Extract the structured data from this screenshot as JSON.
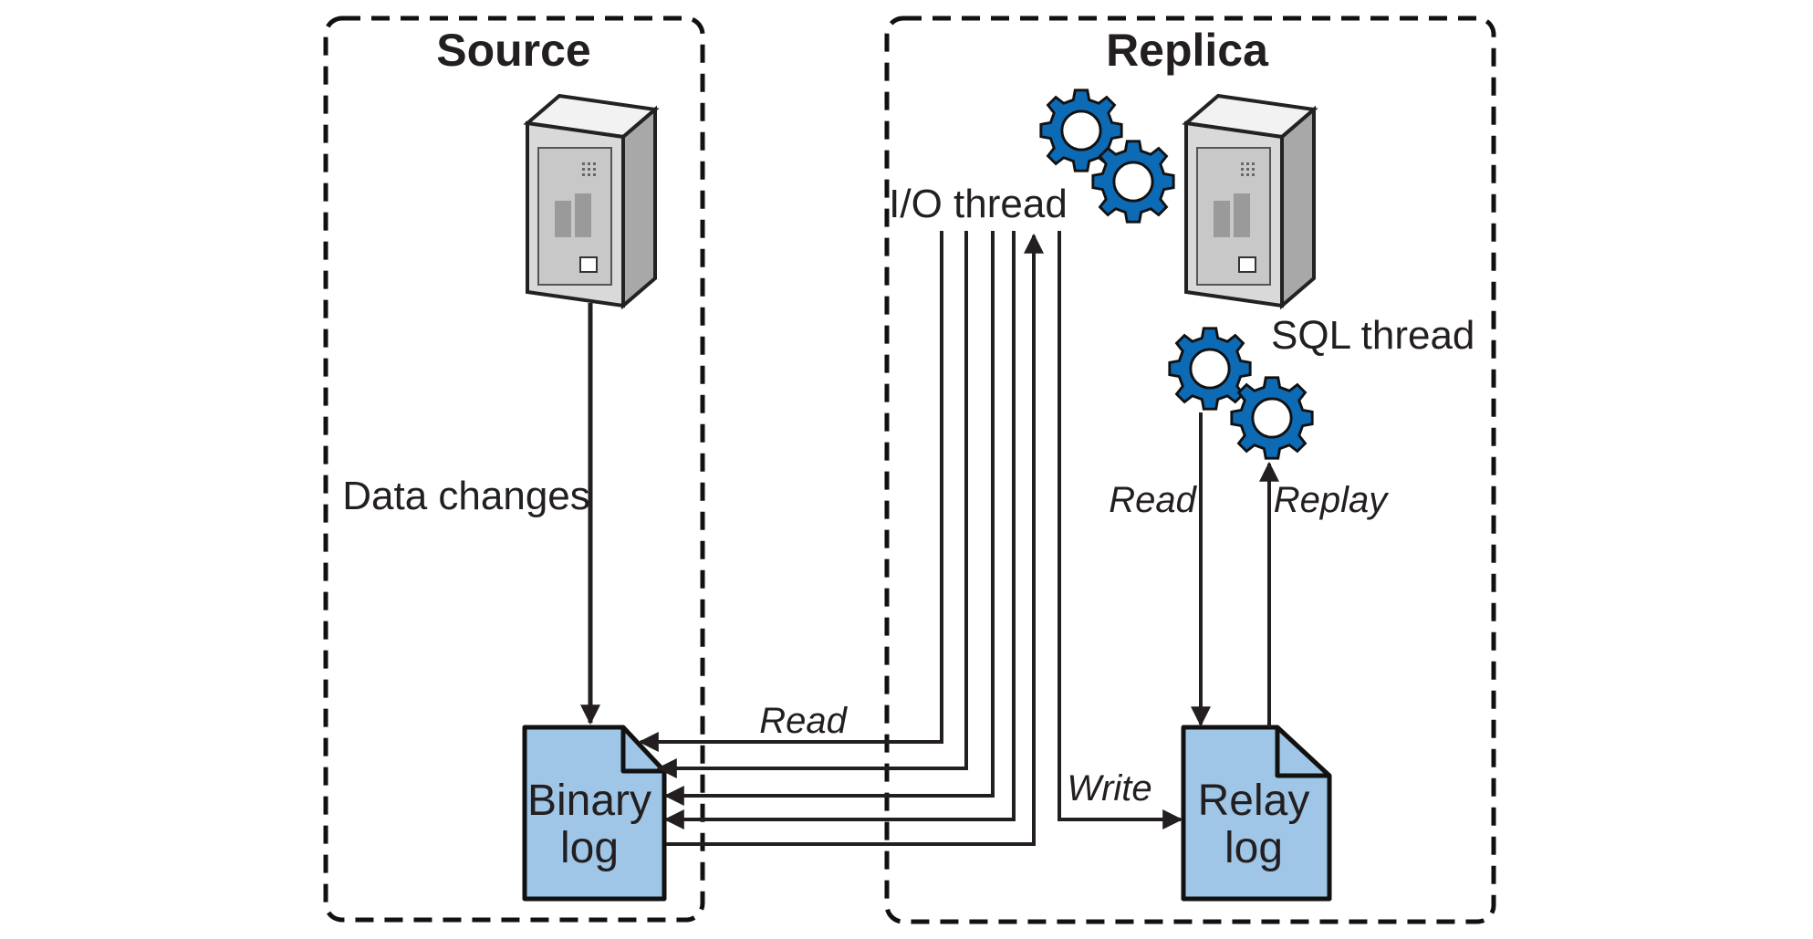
{
  "source": {
    "title": "Source",
    "data_changes_label": "Data changes",
    "binary_log": {
      "line1": "Binary",
      "line2": "log"
    }
  },
  "replica": {
    "title": "Replica",
    "io_thread_label": "I/O thread",
    "sql_thread_label": "SQL thread",
    "relay_log": {
      "line1": "Relay",
      "line2": "log"
    }
  },
  "edges": {
    "read_binlog": "Read",
    "write_relay": "Write",
    "read_relay": "Read",
    "replay": "Replay"
  },
  "icons": {
    "server": "server-icon",
    "gears": "gears-icon",
    "document": "document-icon"
  },
  "colors": {
    "ink": "#231f20",
    "gear_blue": "#0d6ab4",
    "document_fill": "#9fc6e6",
    "server_gray": "#d9d9d9"
  }
}
